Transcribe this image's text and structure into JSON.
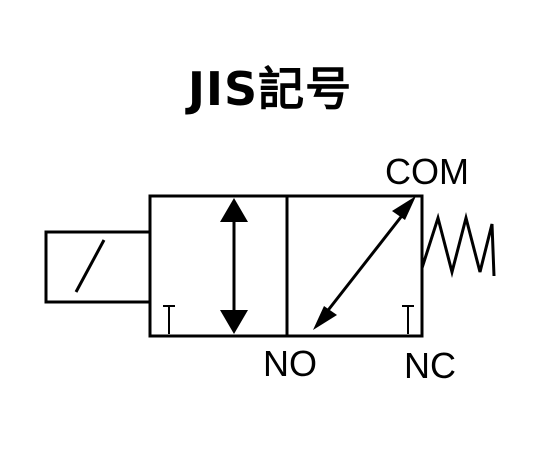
{
  "title": "JIS記号",
  "ports": {
    "com": "COM",
    "no": "NO",
    "nc": "NC"
  },
  "colors": {
    "line": "#000000",
    "background": "#ffffff"
  }
}
